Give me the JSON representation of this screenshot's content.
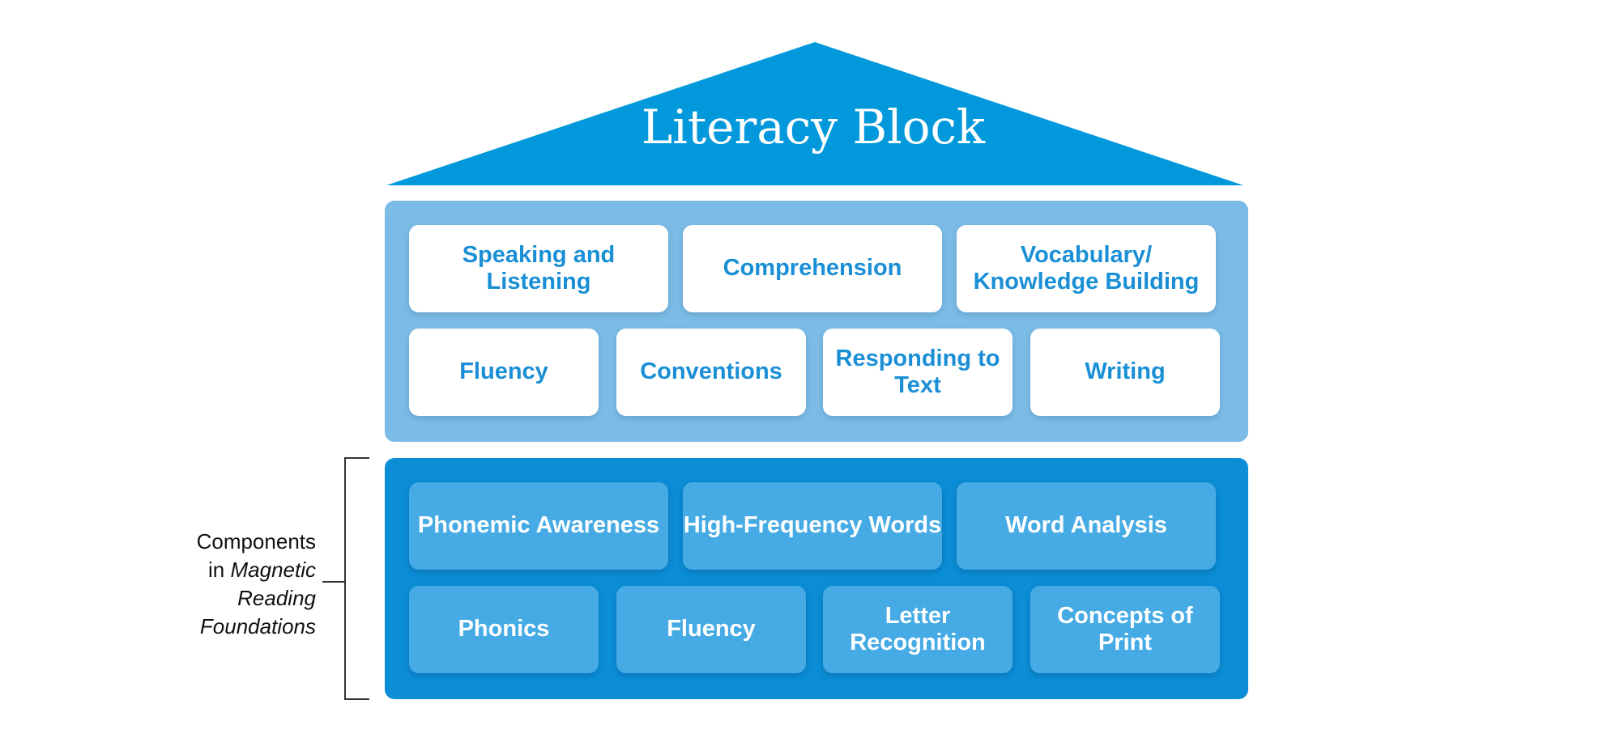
{
  "roof": {
    "title": "Literacy Block"
  },
  "upper_panel": {
    "row1": [
      "Speaking and Listening",
      "Comprehension",
      "Vocabulary/ Knowledge Building"
    ],
    "row2": [
      "Fluency",
      "Conventions",
      "Responding to Text",
      "Writing"
    ]
  },
  "lower_panel": {
    "row1": [
      "Phonemic Awareness",
      "High-Frequency Words",
      "Word Analysis"
    ],
    "row2": [
      "Phonics",
      "Fluency",
      "Letter Recognition",
      "Concepts of Print"
    ]
  },
  "side_label": {
    "line1": "Components",
    "line2_plain": "in",
    "line2_italic": "Magnetic",
    "line3": "Reading",
    "line4": "Foundations"
  },
  "colors": {
    "roof": "#0299dc",
    "upper_panel": "#7bbce6",
    "lower_panel": "#0b8ed6",
    "upper_card_text": "#1a8fd6",
    "lower_card": "#46abe4"
  }
}
